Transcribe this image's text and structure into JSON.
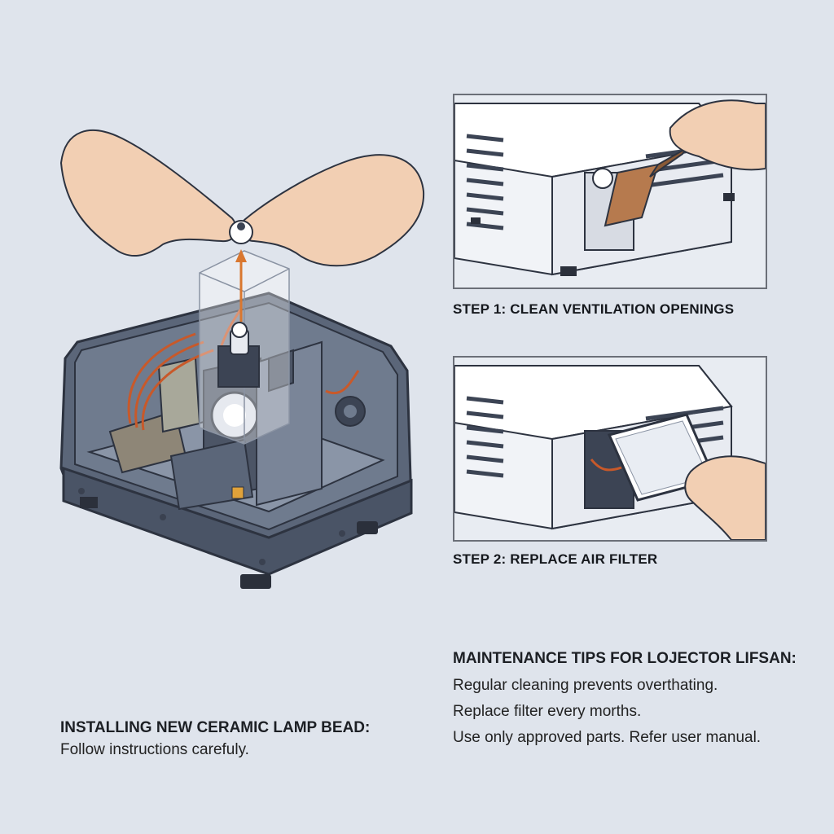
{
  "step1": {
    "label": "STEP 1: CLEAN VENTILATION OPENINGS"
  },
  "step2": {
    "label": "STEP 2: REPLACE AIR FILTER"
  },
  "tips": {
    "title": "MAINTENANCE TIPS FOR LOJECTOR LIFSAN:",
    "items": [
      "Regular cleaning prevents overthating.",
      "Replace filter every morths.",
      "Use only approved parts. Refer user manual."
    ]
  },
  "install": {
    "title": "INSTALLING NEW CERAMIC LAMP BEAD:",
    "subtitle": "Follow instructions carefuly."
  },
  "colors": {
    "background": "#dfe4ec",
    "housing": "#5b6679",
    "wire": "#c8592a",
    "arrow": "#d9772f",
    "skin": "#f2cfb3",
    "brush": "#b67a4e"
  },
  "icons": [
    "projector-housing-illustration",
    "hands-illustration",
    "lamp-bead-icon",
    "brush-icon",
    "filter-icon",
    "arrow-up-icon"
  ]
}
